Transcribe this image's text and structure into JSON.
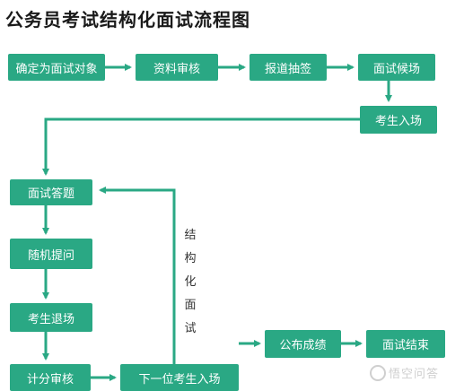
{
  "title": "公务员考试结构化面试流程图",
  "colors": {
    "box": "#2aa884",
    "arrow": "#2aa884",
    "text": "#ffffff"
  },
  "nodes": {
    "confirm_candidate": "确定为面试对象",
    "review_documents": "资料审核",
    "register_draw_lots": "报道抽签",
    "waiting_room": "面试候场",
    "candidate_enters": "考生入场",
    "answer_questions": "面试答题",
    "follow_up_questions": "随机提问",
    "candidate_leaves": "考生退场",
    "score_review": "计分审核",
    "next_candidate_enters": "下一位考生入场",
    "announce_scores": "公布成绩",
    "interview_ends": "面试结束"
  },
  "loop_label": [
    "结",
    "构",
    "化",
    "面",
    "试"
  ],
  "watermark": "悟空问答"
}
